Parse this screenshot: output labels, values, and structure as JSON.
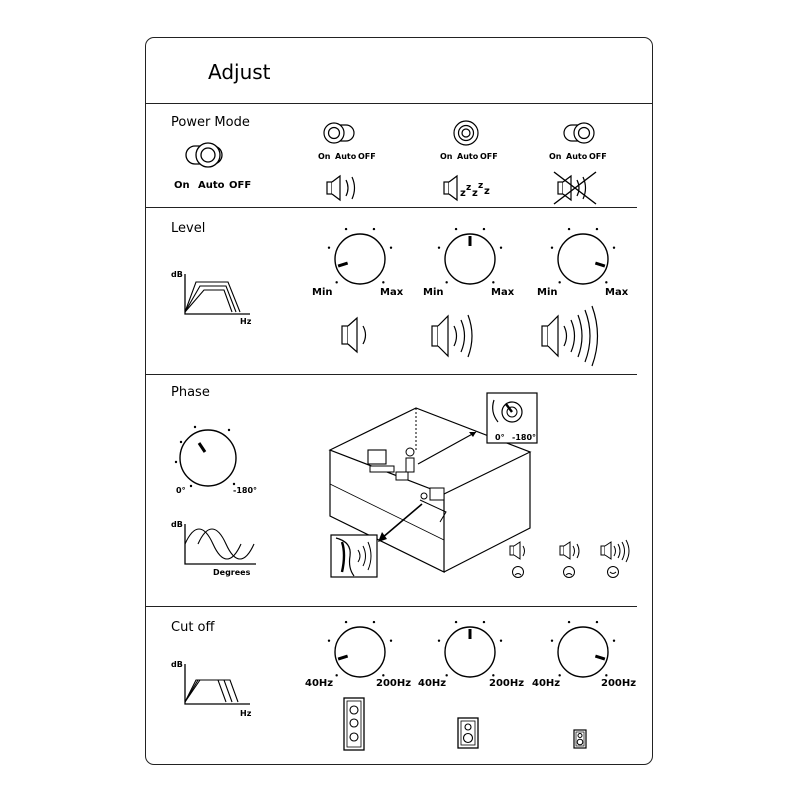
{
  "title": "Adjust",
  "sections": {
    "power_mode": {
      "label": "Power Mode",
      "switch_labels": [
        "On",
        "Auto",
        "OFF"
      ]
    },
    "level": {
      "label": "Level",
      "axis_y": "dB",
      "axis_x": "Hz",
      "knob_min": "Min",
      "knob_max": "Max",
      "knob_levels": [
        0.1,
        0.5,
        0.9
      ]
    },
    "phase": {
      "label": "Phase",
      "knob_min": "0°",
      "knob_max": "-180°",
      "axis_y": "dB",
      "axis_x": "Degrees",
      "inset_min": "0°",
      "inset_max": "-180°"
    },
    "cut_off": {
      "label": "Cut off",
      "axis_y": "dB",
      "axis_x": "Hz",
      "knob_min": "40Hz",
      "knob_max": "200Hz",
      "knob_levels": [
        0.1,
        0.5,
        0.9
      ]
    }
  },
  "icons": {
    "power_speakers": [
      "speaker-on-icon",
      "speaker-sleep-icon",
      "speaker-muted-icon"
    ],
    "level_speakers": [
      "speaker-low-icon",
      "speaker-mid-icon",
      "speaker-high-icon"
    ],
    "phase_faces": [
      "sad-face-icon",
      "sad-face-icon",
      "happy-face-icon"
    ],
    "cutoff_speakers": [
      "floor-speaker-icon",
      "bookshelf-speaker-icon",
      "small-speaker-icon"
    ]
  }
}
